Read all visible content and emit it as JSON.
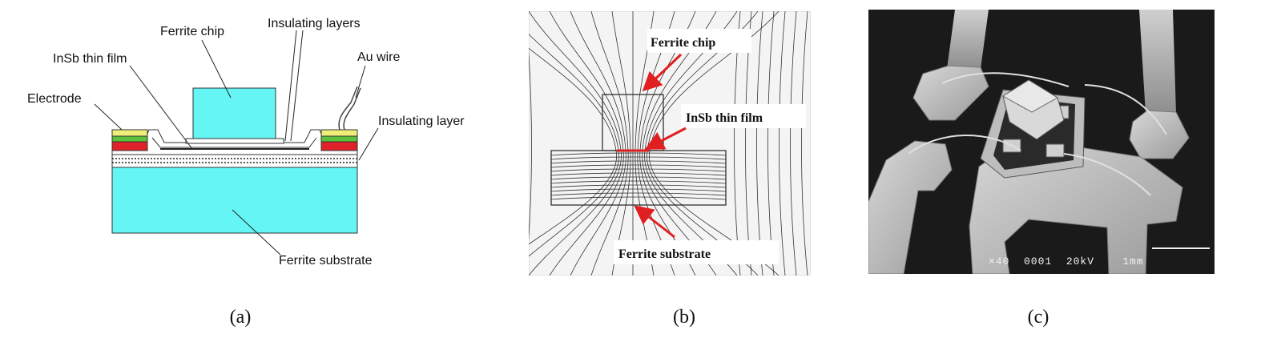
{
  "panel_a": {
    "labels": {
      "ferrite_chip": "Ferrite chip",
      "insulating_layers": "Insulating layers",
      "insb_thin_film": "InSb thin film",
      "au_wire": "Au wire",
      "electrode": "Electrode",
      "insulating_layer": "Insulating layer",
      "ferrite_substrate": "Ferrite substrate"
    },
    "colors": {
      "cyan": "#66f5f5",
      "yellow": "#f0ee7a",
      "green": "#5cc23b",
      "red": "#e0202a"
    }
  },
  "panel_b": {
    "labels": {
      "ferrite_chip": "Ferrite chip",
      "insb_thin_film": "InSb thin film",
      "ferrite_substrate": "Ferrite  substrate"
    },
    "colors": {
      "arrow": "#e02020"
    }
  },
  "panel_c": {
    "scale_text": "×40  0001  20kV    1mm"
  },
  "captions": {
    "a": "(a)",
    "b": "(b)",
    "c": "(c)"
  }
}
